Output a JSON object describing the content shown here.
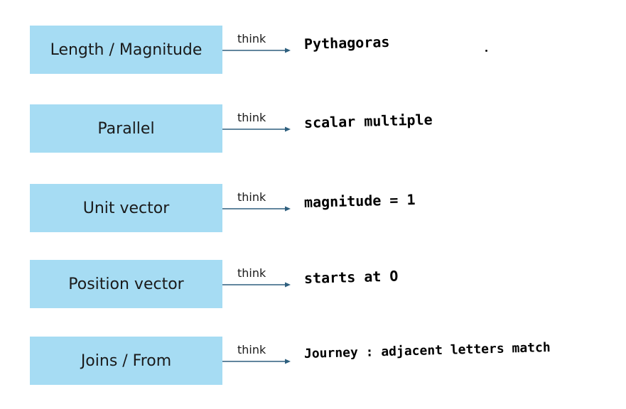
{
  "connector_label": "think",
  "accent_color": "#a6dcf3",
  "arrow_color": "#2e5f7e",
  "rows": [
    {
      "term": "Length / Magnitude",
      "note": "Pythagoras"
    },
    {
      "term": "Parallel",
      "note": "scalar multiple"
    },
    {
      "term": "Unit vector",
      "note": "magnitude = 1"
    },
    {
      "term": "Position vector",
      "note": "starts at O"
    },
    {
      "term": "Joins / From",
      "note": "Journey : adjacent letters match"
    }
  ]
}
